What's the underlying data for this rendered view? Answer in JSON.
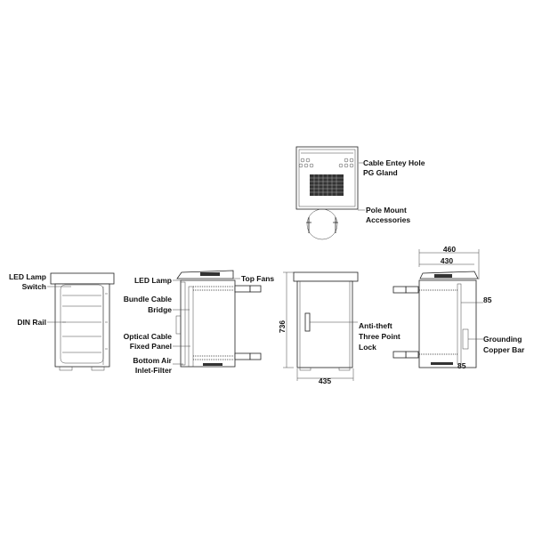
{
  "labels": {
    "cable_entry_hole": "Cable Entey Hole",
    "pg_gland": "PG Gland",
    "pole_mount": "Pole Mount",
    "accessories": "Accessories",
    "led_lamp_switch_1": "LED Lamp",
    "led_lamp_switch_2": "Switch",
    "din_rail": "DIN Rail",
    "led_lamp": "LED Lamp",
    "top_fans": "Top Fans",
    "bundle_cable_1": "Bundle Cable",
    "bundle_cable_2": "Bridge",
    "optical_cable_1": "Optical Cable",
    "optical_cable_2": "Fixed Panel",
    "bottom_air_1": "Bottom Air",
    "bottom_air_2": "Inlet-Filter",
    "anti_theft_1": "Anti-theft",
    "anti_theft_2": "Three Point",
    "anti_theft_3": "Lock",
    "grounding_1": "Grounding",
    "grounding_2": "Copper Bar"
  },
  "dimensions": {
    "height": "736",
    "width_front": "435",
    "depth_overall": "460",
    "depth_body": "430",
    "offset_top": "85",
    "offset_bottom": "85"
  }
}
